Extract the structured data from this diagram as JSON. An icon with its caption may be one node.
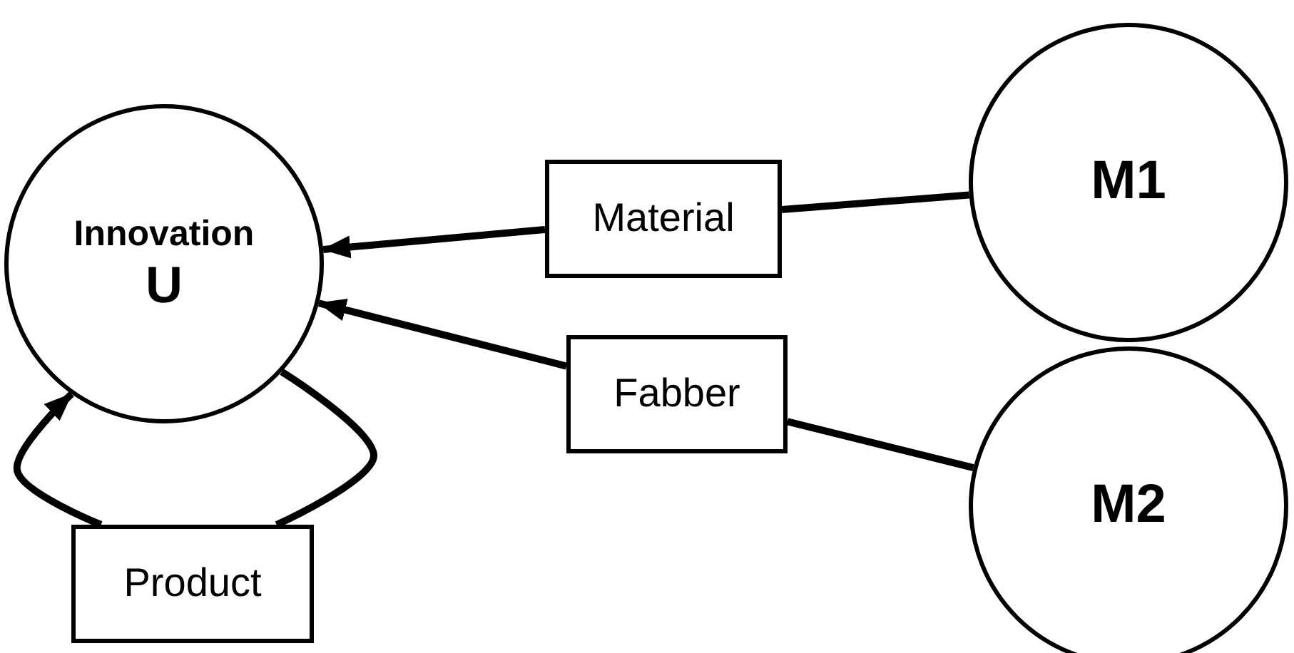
{
  "diagram": {
    "nodes": [
      {
        "text": [
          "Innovation",
          "U"
        ]
      },
      {
        "text": [
          "Material"
        ]
      },
      {
        "text": [
          "M1"
        ]
      },
      {
        "text": [
          "Fabber"
        ]
      },
      {
        "text": [
          "M2"
        ]
      },
      {
        "text": [
          "Product"
        ]
      }
    ],
    "edges": [
      {
        "from": 1,
        "to": 0,
        "arrow": "to"
      },
      {
        "from": 2,
        "to": 1,
        "arrow": "none"
      },
      {
        "from": 3,
        "to": 0,
        "arrow": "to"
      },
      {
        "from": 4,
        "to": 3,
        "arrow": "none"
      },
      {
        "from": 5,
        "to": 0,
        "arrow": "to"
      },
      {
        "from": 0,
        "to": 5,
        "arrow": "none"
      }
    ]
  }
}
